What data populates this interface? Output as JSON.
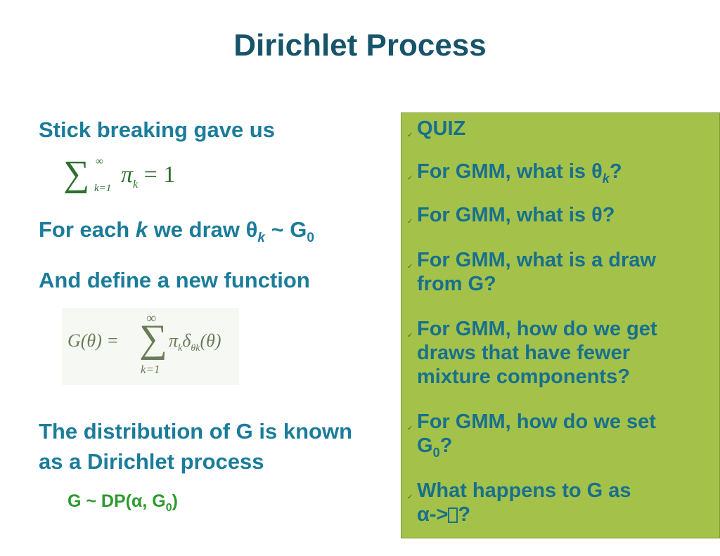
{
  "slide": {
    "title": "Dirichlet Process",
    "left": {
      "p1": "Stick breaking gave us",
      "eq1": {
        "sup": "∞",
        "sub": "k=1",
        "pi": "π",
        "k": "k",
        "rest": " = 1"
      },
      "p2_pre": "For each ",
      "p2_k": "k",
      "p2_mid": " we draw θ",
      "p2_sub_k": "k",
      "p2_post": " ~ G",
      "p2_sub_0": "0",
      "p3": "And define a new function",
      "eq2": {
        "lhs": "G(θ) =",
        "inf": "∞",
        "sigma": "∑",
        "k1": "k=1",
        "pi": "π",
        "k": "k",
        "delta": "δ",
        "theta_k": "θk",
        "arg": "(θ)"
      },
      "p4_line1": "The distribution of G is known",
      "p4_line2": "as a Dirichlet process",
      "dp_pre": "G ~ DP(α, G",
      "dp_sub": "0",
      "dp_post": ")"
    },
    "quiz": {
      "check_glyph": "✓",
      "heading": "QUIZ",
      "q1_pre": "For GMM, what is θ",
      "q1_sub": "k",
      "q1_post": "?",
      "q2": "For GMM, what is θ?",
      "q3_line1": "For GMM, what is a draw",
      "q3_line2": "from G?",
      "q4_line1": "For GMM, how do we get",
      "q4_line2": "draws that have fewer",
      "q4_line3": "mixture components?",
      "q5_line1": "For GMM, how do we set",
      "q5_line2_pre": "G",
      "q5_sub": "0",
      "q5_post": "?",
      "q6_line1": "What happens to G as",
      "q6_line2_pre": "α->",
      "q6_line2_post": "?"
    }
  }
}
